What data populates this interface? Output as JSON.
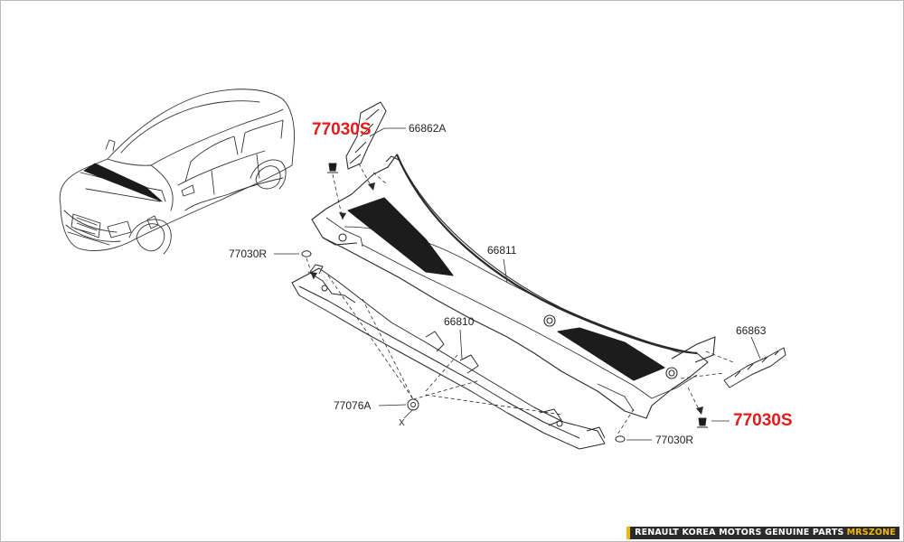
{
  "labels": {
    "clip_top": "77030S",
    "screen_upper_left": "66862A",
    "clip_left": "77030R",
    "cowl_top_panel": "66811",
    "cowl_lower_panel": "66810",
    "screen_right": "66863",
    "clip_bottom_right": "77030S",
    "clip_bottom": "77030R",
    "grommet": "77076A",
    "x_mark": "X"
  },
  "footer": {
    "text": "RENAULT KOREA MOTORS GENUINE PARTS",
    "brand": "MRSZONE"
  },
  "colors": {
    "highlight_label": "#e31b1b",
    "line": "#2a2a2a",
    "footer_bg": "#2b2b2b",
    "footer_accent": "#f2b705"
  }
}
